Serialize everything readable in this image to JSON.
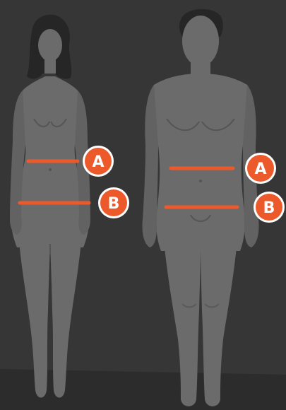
{
  "colors": {
    "background": "#363636",
    "floor": "#2c2c2c",
    "body_fill": "#6b6b6b",
    "body_shadow": "#5e5e5e",
    "line_detail": "#555555",
    "accent": "#ec5a2b",
    "badge_ring": "#ffffff"
  },
  "figures": [
    {
      "name": "female",
      "markers": [
        {
          "label": "A",
          "measurement": "waist"
        },
        {
          "label": "B",
          "measurement": "hips"
        }
      ]
    },
    {
      "name": "male",
      "markers": [
        {
          "label": "A",
          "measurement": "waist"
        },
        {
          "label": "B",
          "measurement": "hips"
        }
      ]
    }
  ]
}
